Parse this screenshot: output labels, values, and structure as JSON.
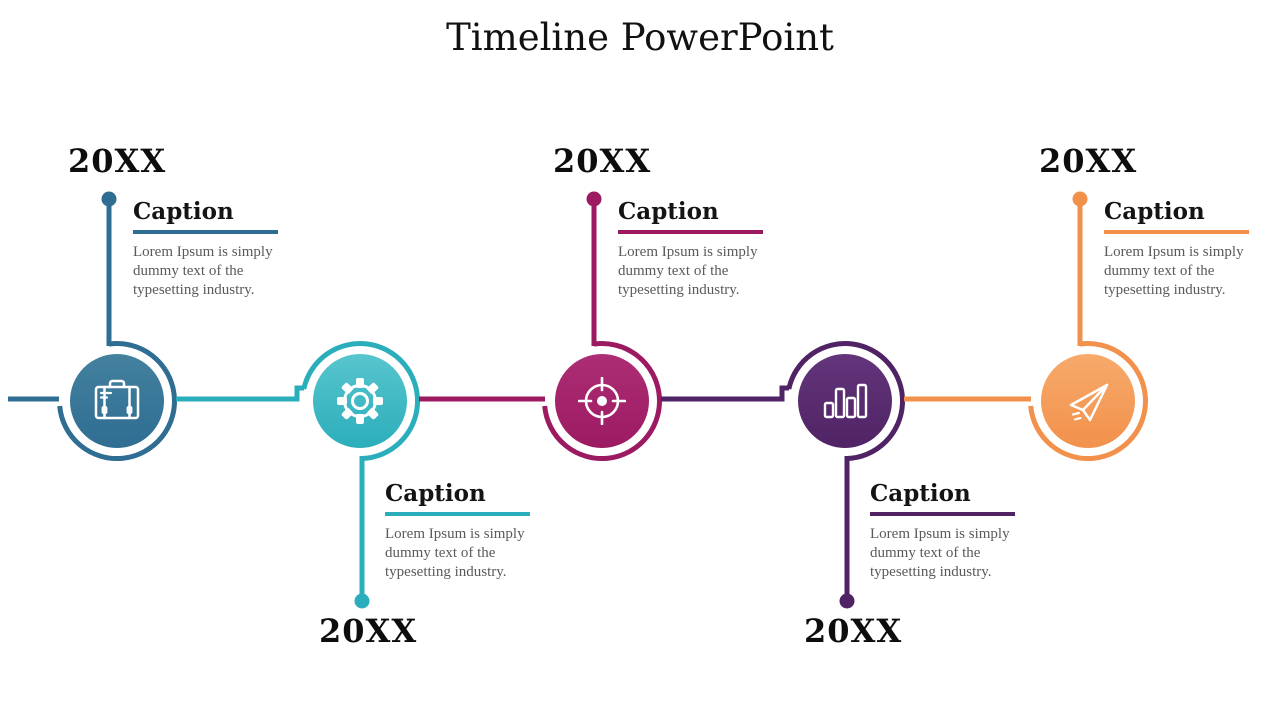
{
  "title": "Timeline PowerPoint",
  "milestones": [
    {
      "year": "20XX",
      "caption": "Caption",
      "body": "Lorem Ipsum is simply dummy text of the typesetting industry.",
      "icon": "briefcase-icon",
      "position": "above",
      "color": "#2F6D92",
      "color_light": "#44819F"
    },
    {
      "year": "20XX",
      "caption": "Caption",
      "body": "Lorem Ipsum is simply dummy text of the typesetting industry.",
      "icon": "gear-icon",
      "position": "below",
      "color": "#2BAEBB",
      "color_light": "#58C5CD"
    },
    {
      "year": "20XX",
      "caption": "Caption",
      "body": "Lorem Ipsum is simply dummy text of the typesetting industry.",
      "icon": "target-icon",
      "position": "above",
      "color": "#9C1A62",
      "color_light": "#AD2E75"
    },
    {
      "year": "20XX",
      "caption": "Caption",
      "body": "Lorem Ipsum is simply dummy text of the typesetting industry.",
      "icon": "bar-chart-icon",
      "position": "below",
      "color": "#4F2364",
      "color_light": "#63357B"
    },
    {
      "year": "20XX",
      "caption": "Caption",
      "body": "Lorem Ipsum is simply dummy text of the typesetting industry.",
      "icon": "paper-plane-icon",
      "position": "above",
      "color": "#F2914C",
      "color_light": "#F7AA6B"
    }
  ]
}
